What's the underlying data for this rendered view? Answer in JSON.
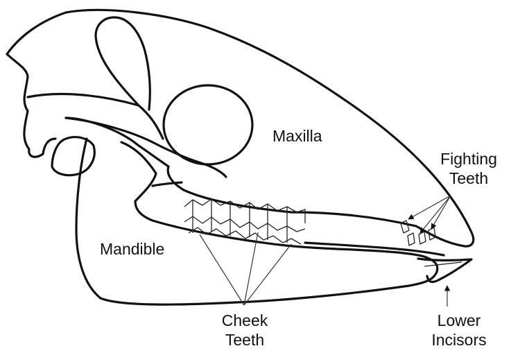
{
  "labels": {
    "maxilla": "Maxilla",
    "mandible": "Mandible",
    "fighting_teeth": [
      "Fighting",
      "Teeth"
    ],
    "cheek_teeth": [
      "Cheek",
      "Teeth"
    ],
    "lower_incisors": [
      "Lower",
      "Incisors"
    ]
  }
}
